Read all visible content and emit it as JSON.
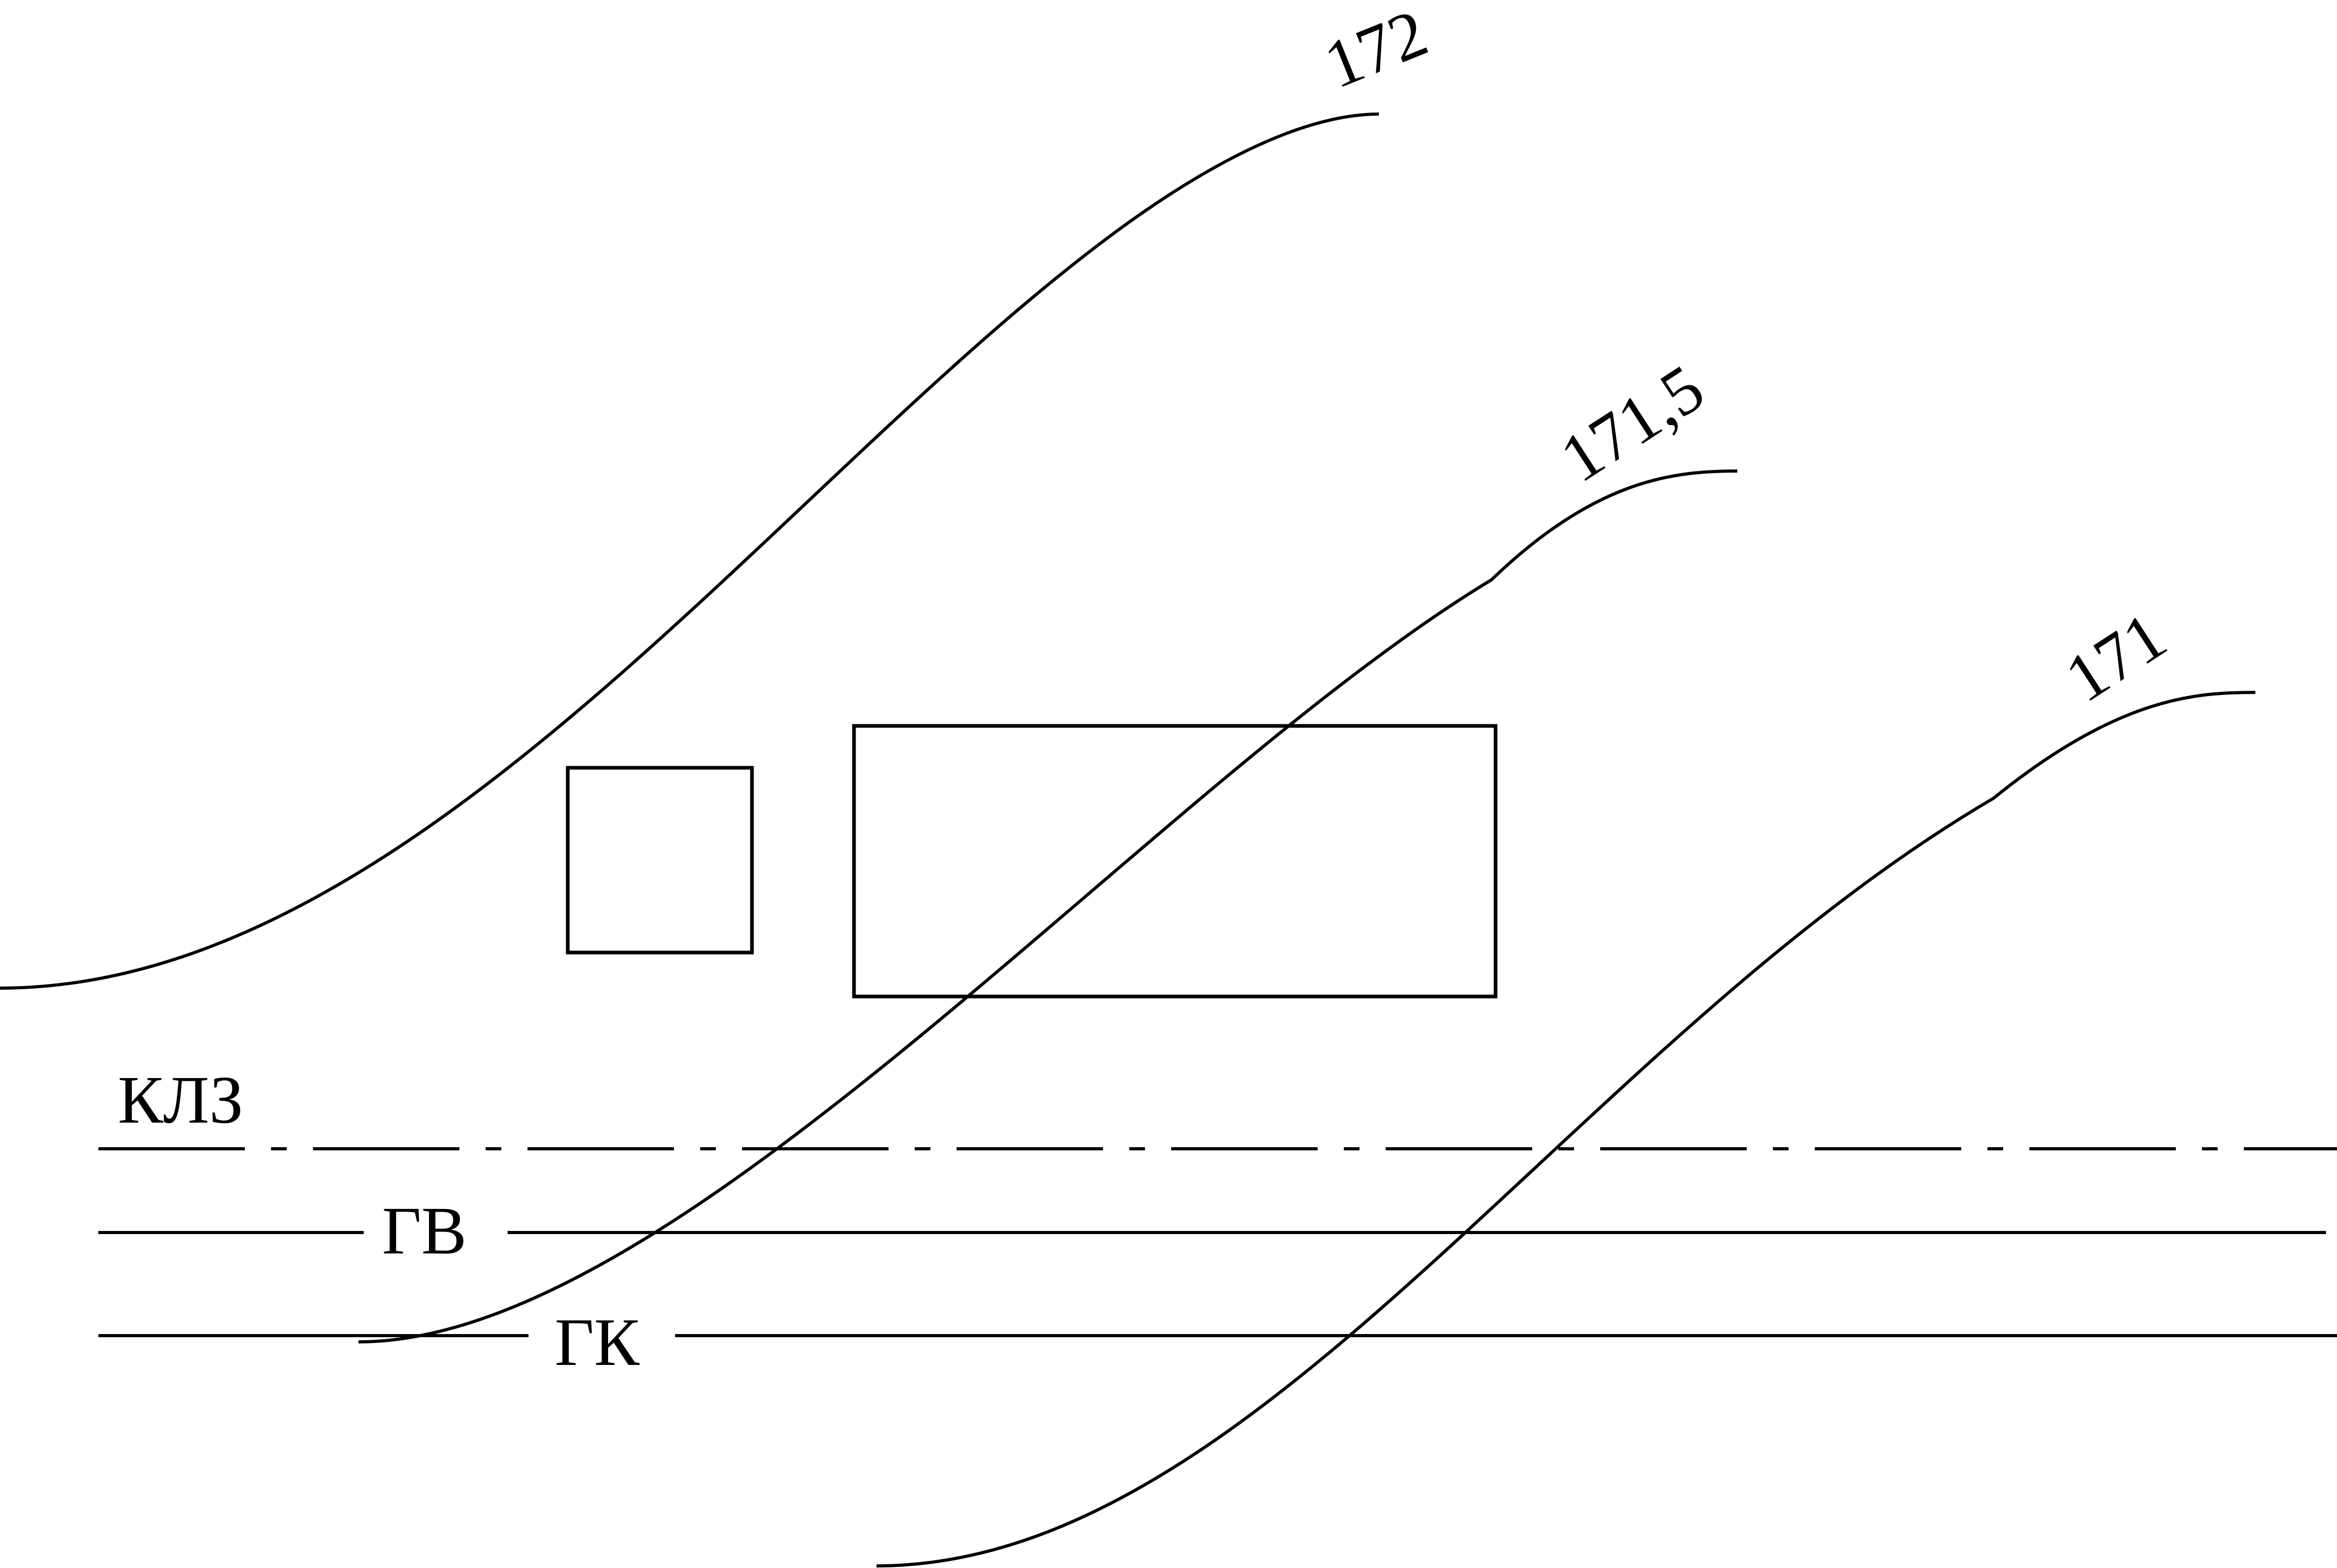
{
  "contours": [
    {
      "label": "172"
    },
    {
      "label": "171,5"
    },
    {
      "label": "171"
    }
  ],
  "lines": {
    "klz": "КЛЗ",
    "gv": "ГВ",
    "gk": "ГК"
  },
  "colors": {
    "stroke": "#000000",
    "background": "#ffffff"
  }
}
